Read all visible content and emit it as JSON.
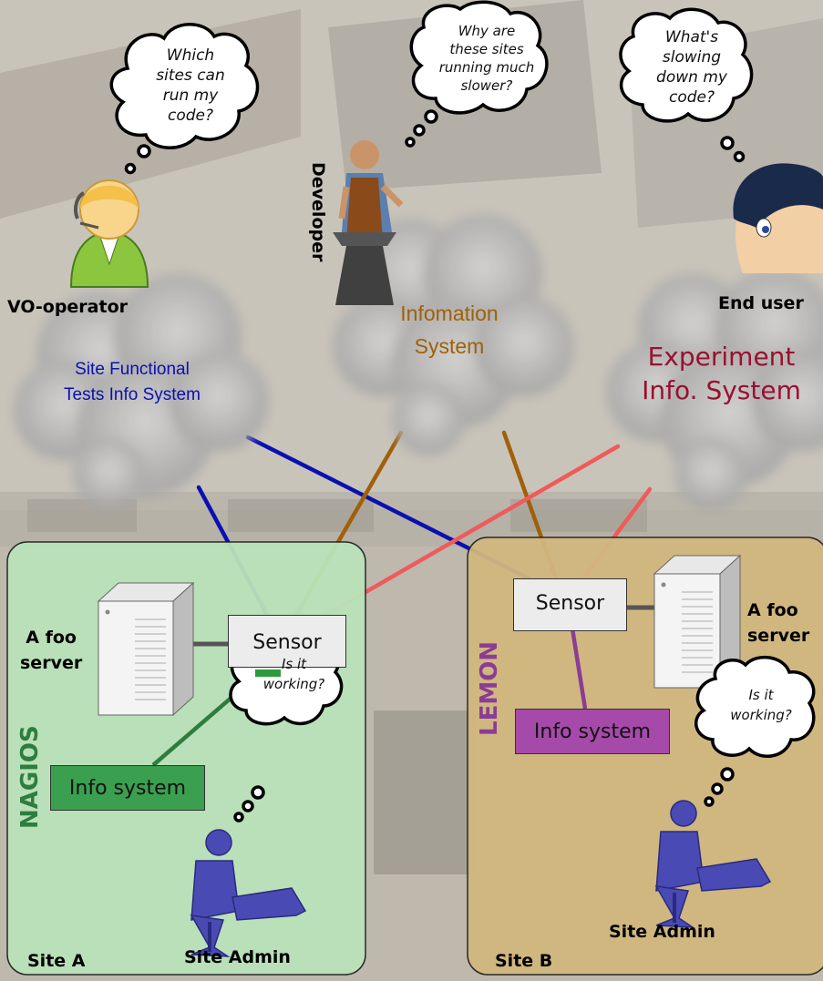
{
  "bubbles": {
    "vo_question": [
      "Which",
      "sites can",
      "run my",
      "code?"
    ],
    "developer_question": [
      "Why are",
      "these sites",
      "running much",
      "slower?"
    ],
    "user_question": [
      "What's",
      "slowing",
      "down my",
      "code?"
    ],
    "site_a_admin_question": [
      "Is it",
      "working?"
    ],
    "site_b_admin_question": [
      "Is it",
      "working?"
    ]
  },
  "people": {
    "vo_operator": "VO-operator",
    "developer": "Developer",
    "end_user": "End user",
    "site_a_admin": "Site Admin",
    "site_b_admin": "Site Admin"
  },
  "clouds": {
    "site_functional": [
      "Site Functional",
      "Tests Info System"
    ],
    "information": [
      "Infomation",
      "System"
    ],
    "experiment": [
      "Experiment",
      "Info. System"
    ]
  },
  "site_a": {
    "label": "Site A",
    "tool": "NAGIOS",
    "sensor": "Sensor",
    "info_system": "Info system",
    "server": [
      "A foo",
      "server"
    ]
  },
  "site_b": {
    "label": "Site B",
    "tool": "LEMON",
    "sensor": "Sensor",
    "info_system": "Info system",
    "server": [
      "A foo",
      "server"
    ]
  },
  "colors": {
    "site_a_bg": "#b9e3b9",
    "site_b_bg": "#d2b77e",
    "site_functional_line": "#0a10b0",
    "information_line": "#a0600a",
    "experiment_line": "#f05a5a",
    "nagios_green": "#2e7d3e",
    "lemon_purple": "#8a3c96",
    "admin_blue": "#4a4ab4"
  }
}
